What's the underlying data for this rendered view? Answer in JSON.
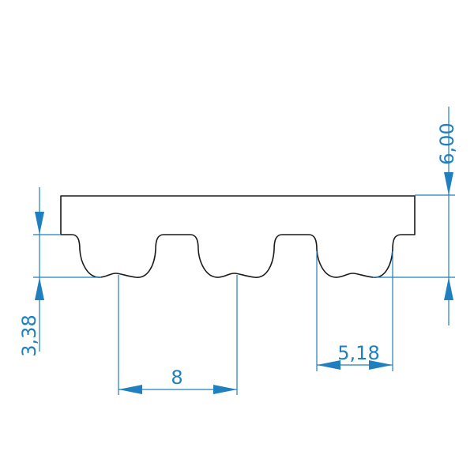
{
  "dimensions": {
    "total_height": "6,00",
    "tooth_height": "3,38",
    "pitch": "8",
    "tooth_width": "5,18"
  },
  "colors": {
    "outline": "#1a1a1a",
    "dimension": "#1f7fbf",
    "background": "#ffffff"
  }
}
